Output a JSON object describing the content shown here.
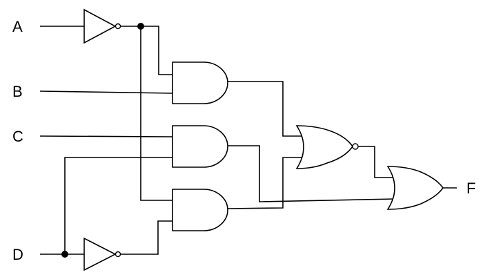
{
  "diagram": {
    "inputs": {
      "a": "A",
      "b": "B",
      "c": "C",
      "d": "D"
    },
    "output": "F"
  }
}
